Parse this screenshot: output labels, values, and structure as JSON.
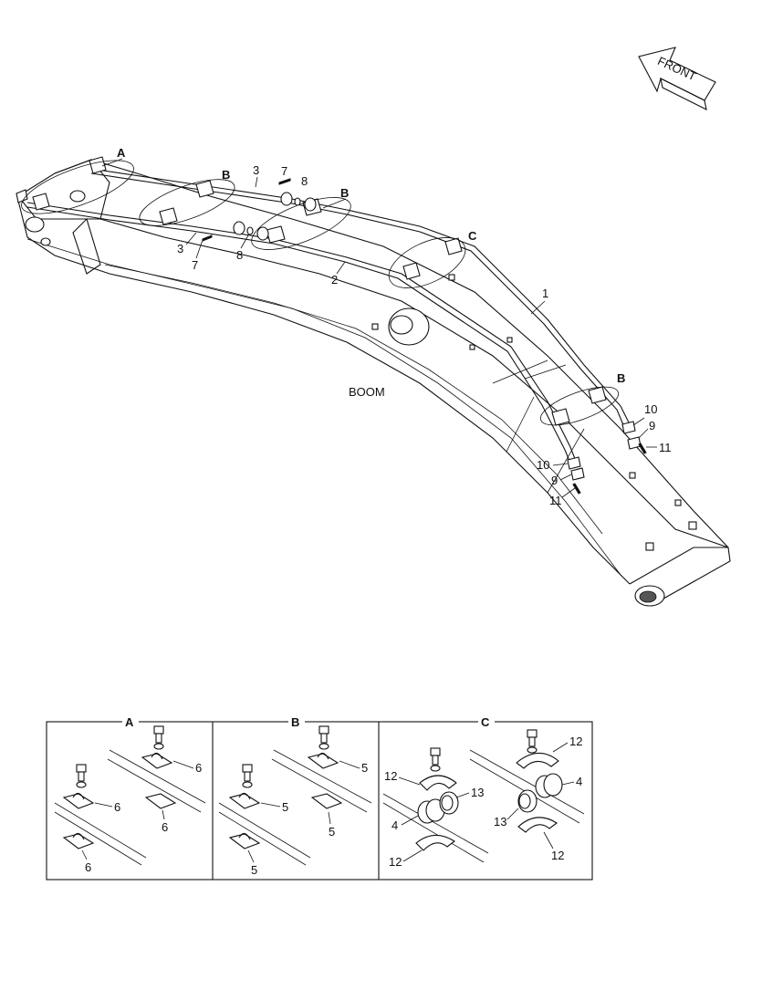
{
  "boom_label": "BOOM",
  "front_label": "FRONT",
  "callouts": {
    "main": {
      "A": "A",
      "B1": "B",
      "B2": "B",
      "B3": "B",
      "C": "C",
      "n1": "1",
      "n2": "2",
      "n3a": "3",
      "n3b": "3",
      "n7a": "7",
      "n7b": "7",
      "n8a": "8",
      "n8b": "8",
      "n10a": "10",
      "n10b": "10",
      "n9a": "9",
      "n9b": "9",
      "n11a": "11",
      "n11b": "11"
    },
    "detail": {
      "A": {
        "title": "A",
        "c1": "6",
        "c2": "6",
        "c3": "6",
        "c4": "6"
      },
      "B": {
        "title": "B",
        "c1": "5",
        "c2": "5",
        "c3": "5",
        "c4": "5"
      },
      "C": {
        "title": "C",
        "c12a": "12",
        "c12b": "12",
        "c12c": "12",
        "c12d": "12",
        "c13a": "13",
        "c13b": "13",
        "c4a": "4",
        "c4b": "4"
      }
    }
  },
  "icons": [
    "front-arrow-icon",
    "boom-diagram",
    "clamp-icon",
    "bolt-icon",
    "bushing-icon"
  ]
}
